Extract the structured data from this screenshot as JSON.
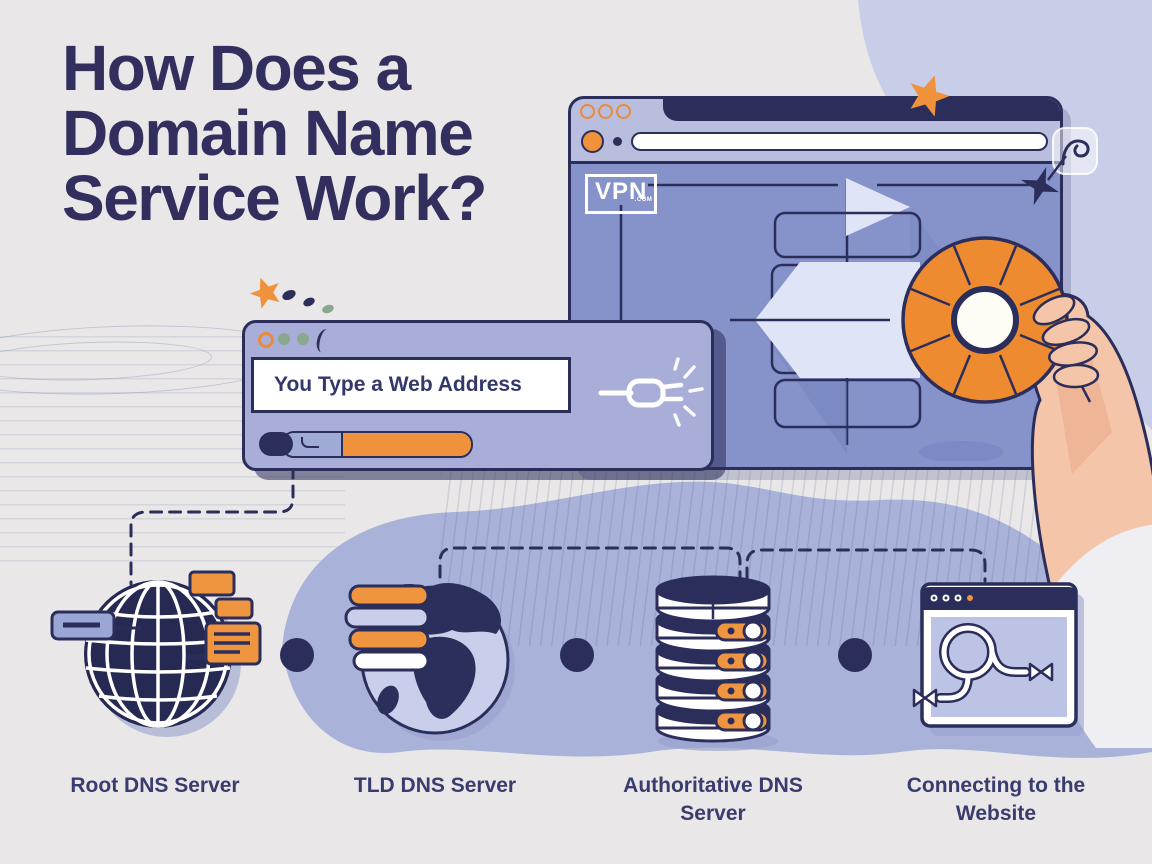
{
  "title": {
    "lines": [
      "How Does a",
      "Domain Name",
      "Service Work?"
    ]
  },
  "browser": {
    "logo_text": "VPN",
    "logo_suffix": ".COM"
  },
  "address_window": {
    "input_text": "You Type a Web Address"
  },
  "steps": [
    {
      "label": "Root DNS Server",
      "icon": "globe-wireframe-icon"
    },
    {
      "label": "TLD DNS Server",
      "icon": "earth-globe-icon"
    },
    {
      "label": "Authoritative DNS Server",
      "icon": "database-stack-icon"
    },
    {
      "label": "Connecting to the Website",
      "icon": "website-cable-icon"
    }
  ],
  "icons": [
    "dial-wheel-icon",
    "plug-icon",
    "pencil-loading-bar",
    "hook-tool-icon",
    "cursor-star-icon",
    "sparkle-star-icon",
    "hand-illustration"
  ],
  "colors": {
    "navy": "#2b2e5a",
    "title": "#322e5e",
    "orange": "#f0913b",
    "browser_content": "#8692ca",
    "toolbar": "#b9bedf",
    "window_lavender": "#a9aed8",
    "blob_periwinkle": "#a9b2d9",
    "blob_light": "#c8cde8",
    "sage": "#8aa88f",
    "hand_peach": "#f4c5a9",
    "background": "#e9e7e7",
    "label_text": "#383c6e"
  }
}
